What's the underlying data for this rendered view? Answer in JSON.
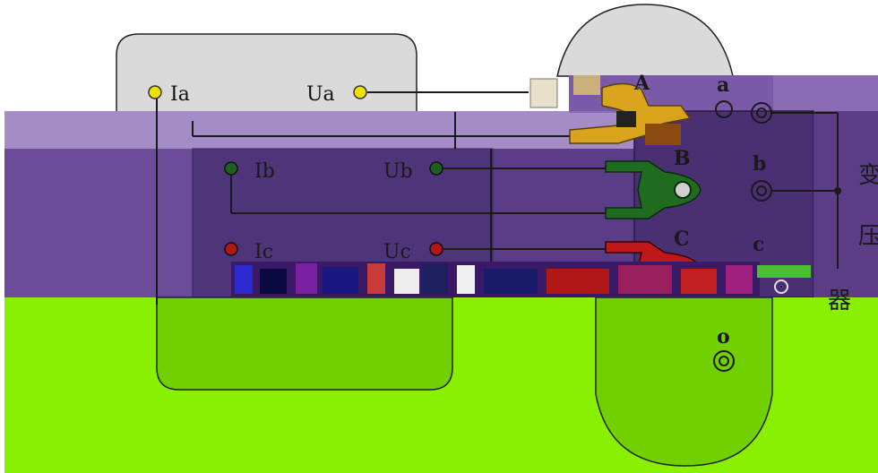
{
  "meter": {
    "terminals": [
      {
        "current_label": "Ia",
        "voltage_label": "Ua",
        "color": "#f2e100"
      },
      {
        "current_label": "Ib",
        "voltage_label": "Ub",
        "color": "#1f5e1f"
      },
      {
        "current_label": "Ic",
        "voltage_label": "Uc",
        "color": "#b01818"
      }
    ]
  },
  "clamps": [
    {
      "label": "A",
      "color": "#d9a41c"
    },
    {
      "label": "B",
      "color": "#1f6b1f"
    },
    {
      "label": "C",
      "color": "#c01818"
    }
  ],
  "transformer": {
    "terminal_labels": [
      "a",
      "b",
      "c",
      "o"
    ],
    "side_text": [
      "变",
      "压",
      "器"
    ]
  },
  "colors": {
    "meter_top": "#dadada",
    "band_light": "#a48cc6",
    "band_mid": "#5a3d86",
    "band_dark": "#4a2f72",
    "lime_bg": "#88f000",
    "lime_shape": "#72d000",
    "wire": "#1a1a1a"
  }
}
